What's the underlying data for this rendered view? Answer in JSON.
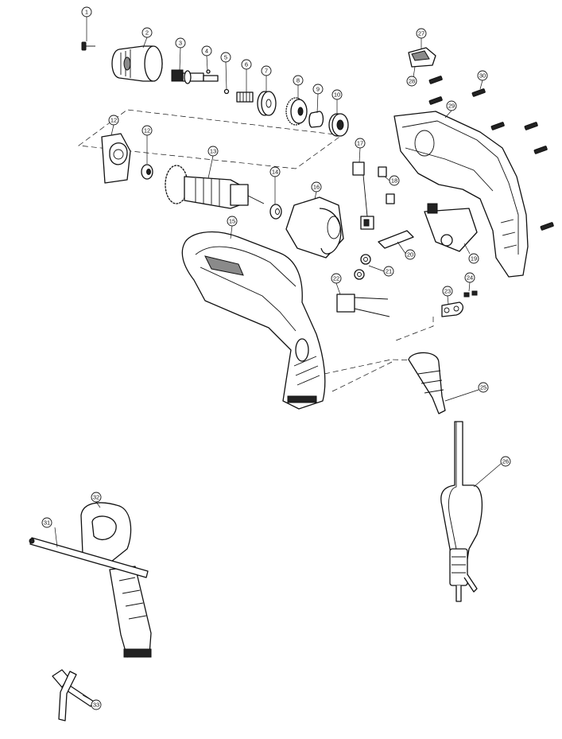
{
  "diagram": {
    "type": "exploded-parts-view",
    "callouts": [
      "1",
      "2",
      "3",
      "4",
      "5",
      "6",
      "7",
      "8",
      "9",
      "10",
      "12",
      "12",
      "13",
      "14",
      "15",
      "16",
      "17",
      "18",
      "19",
      "20",
      "21",
      "22",
      "23",
      "24",
      "25",
      "26",
      "27",
      "28",
      "29",
      "30",
      "31",
      "32",
      "33"
    ]
  }
}
